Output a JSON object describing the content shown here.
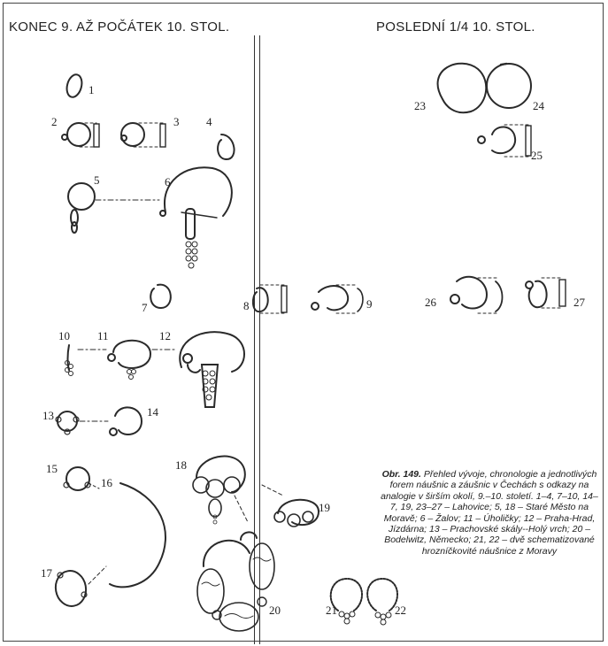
{
  "header_left": "KONEC 9. AŽ POČÁTEK 10. STOL.",
  "header_right": "POSLEDNÍ 1/4 10. STOL.",
  "caption": {
    "label": "Obr. 149.",
    "text": "Přehled vývoje, chronologie a jednotlivých forem náušnic a záušnic v Čechách s odkazy na analogie v širším okolí, 9.–10. století. 1–4, 7–10, 14–7, 19, 23–27 – Lahovice; 5, 18 – Staré Město na Moravě; 6 – Žalov; 11 – Úholičky; 12 – Praha-Hrad, Jízdárna; 13 – Prachovské skály--Holý vrch; 20 – Bodelwitz, Německo; 21, 22 – dvě schematizované hrozníčkovité náušnice z Moravy"
  },
  "figure_numbers": [
    "1",
    "2",
    "3",
    "4",
    "5",
    "6",
    "7",
    "8",
    "9",
    "10",
    "11",
    "12",
    "13",
    "14",
    "15",
    "16",
    "17",
    "18",
    "19",
    "20",
    "21",
    "22",
    "23",
    "24",
    "25",
    "26",
    "27"
  ]
}
